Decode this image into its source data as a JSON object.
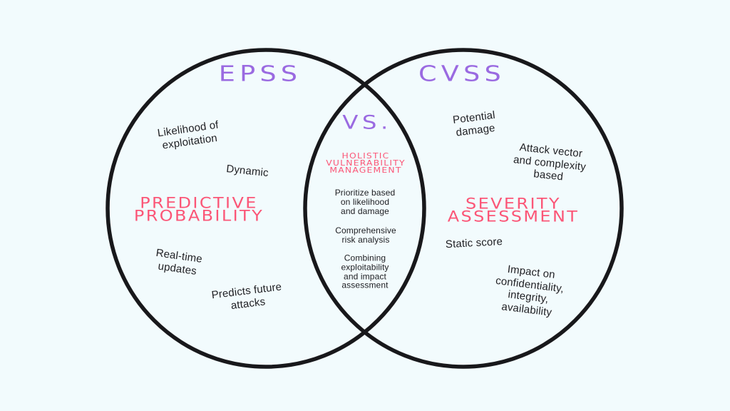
{
  "colors": {
    "background": "#f2fbfd",
    "purple": "#9a6ae1",
    "pink": "#fb5677",
    "ink": "#1d1d1f",
    "circle_stroke": "#18181b"
  },
  "venn": {
    "left": {
      "title": "EPSS",
      "heading": "PREDICTIVE\nPROBABILITY",
      "items": [
        "Likelihood of\nexploitation",
        "Dynamic",
        "Real-time\nupdates",
        "Predicts future\nattacks"
      ]
    },
    "center": {
      "vs": "VS.",
      "heading": "HOLISTIC\nVULNERABILITY\nMANAGEMENT",
      "items": [
        "Prioritize based\non likelihood\nand damage",
        "Comprehensive\nrisk analysis",
        "Combining\nexploitability\nand impact\nassessment"
      ]
    },
    "right": {
      "title": "CVSS",
      "heading": "SEVERITY\nASSESSMENT",
      "items": [
        "Potential\ndamage",
        "Attack vector\nand complexity\nbased",
        "Static score",
        "Impact on\nconfidentiality,\nintegrity,\navailability"
      ]
    }
  }
}
